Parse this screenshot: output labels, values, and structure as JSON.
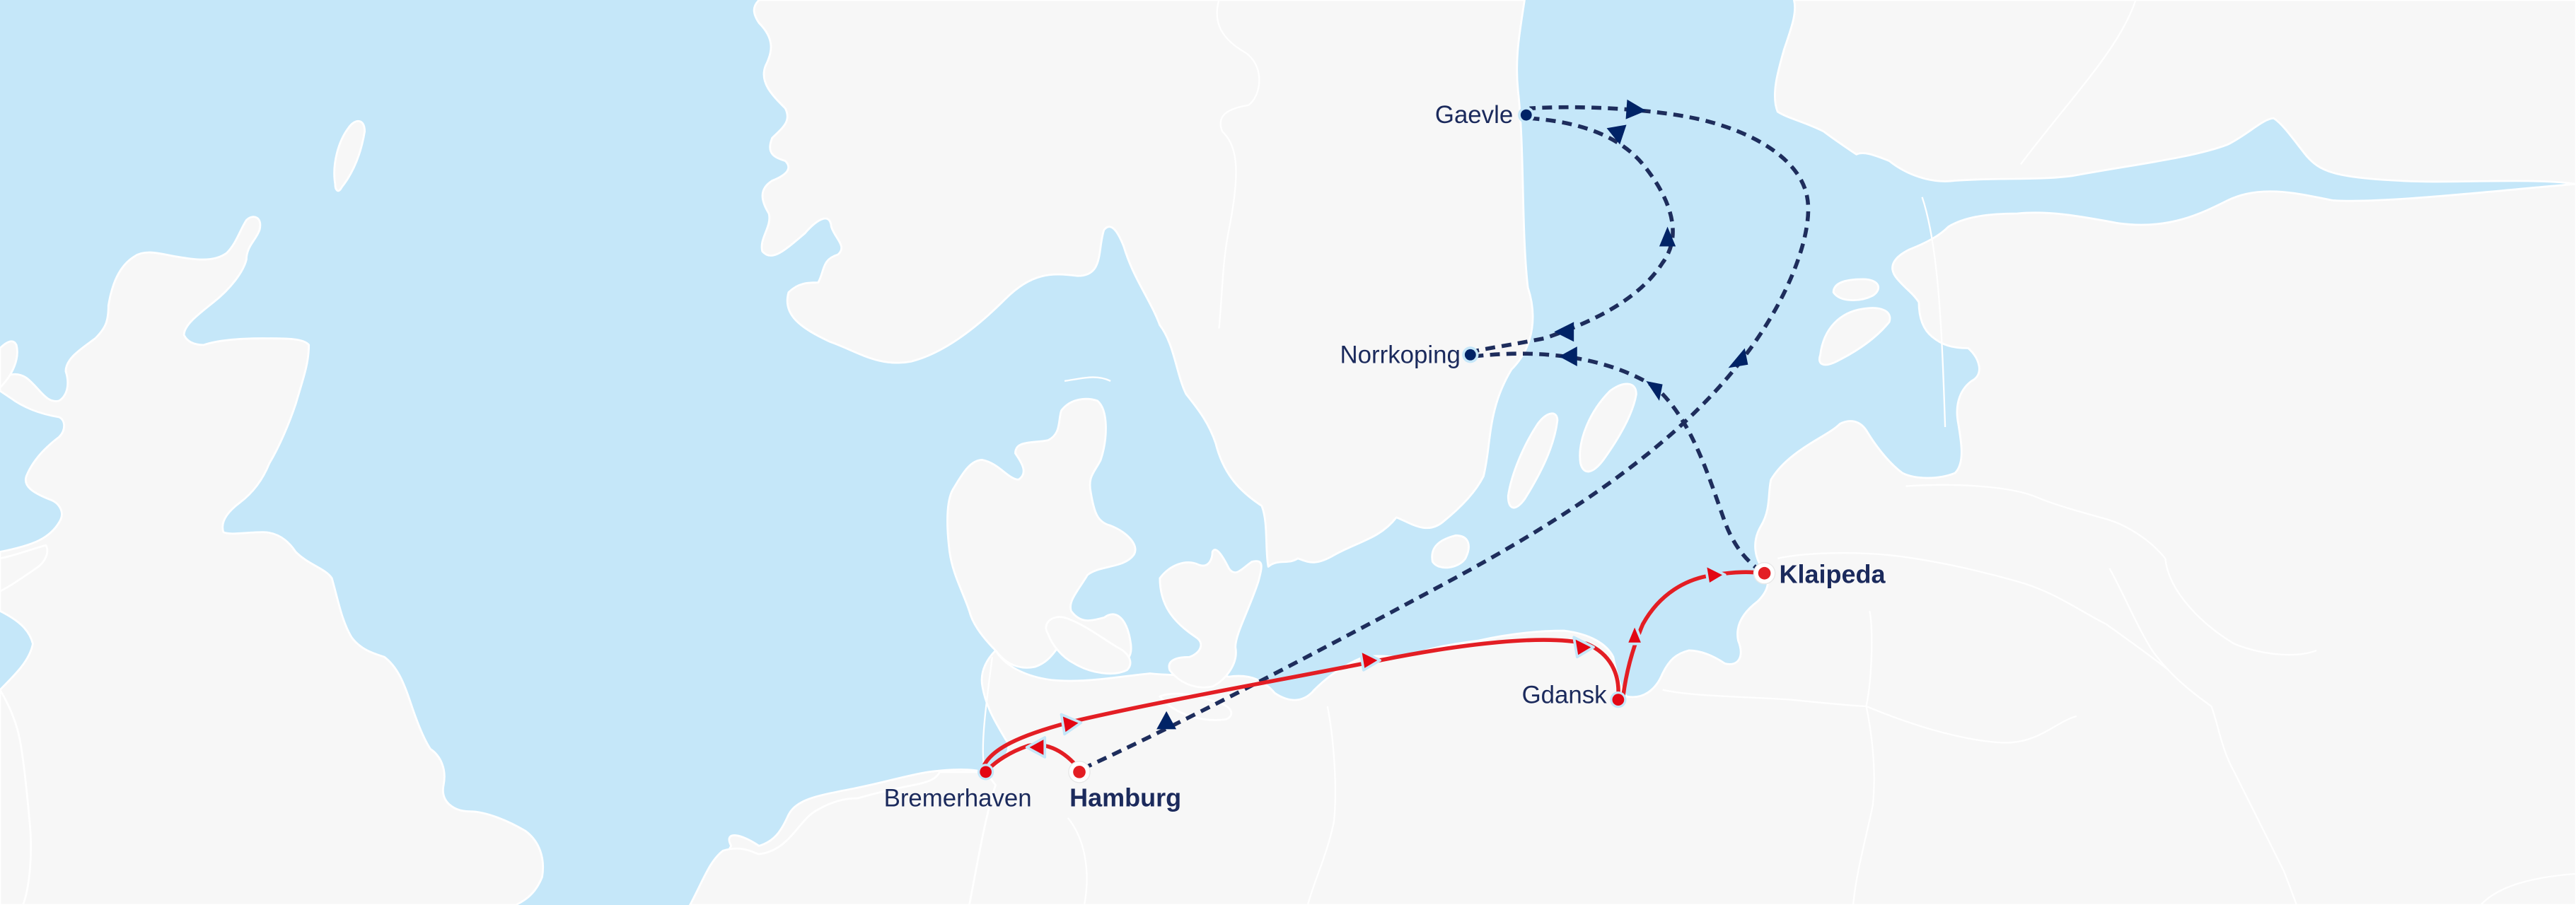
{
  "map": {
    "region": "North Sea and Baltic Sea",
    "colors": {
      "water": "#C5E7F9",
      "land": "#F7F7F7",
      "border": "#FFFFFF",
      "label": "#1B2A5C",
      "route_navy": "#1E2D5C",
      "route_red": "#E31E24"
    },
    "ports": [
      {
        "id": "gaevle",
        "name": "Gaevle",
        "type": "minor",
        "dot_color": "#002366"
      },
      {
        "id": "norrkoping",
        "name": "Norrkoping",
        "type": "minor",
        "dot_color": "#002366"
      },
      {
        "id": "klaipeda",
        "name": "Klaipeda",
        "type": "major",
        "dot_color": "#E31E24"
      },
      {
        "id": "gdansk",
        "name": "Gdansk",
        "type": "minor",
        "dot_color": "#E30613"
      },
      {
        "id": "bremerhaven",
        "name": "Bremerhaven",
        "type": "minor",
        "dot_color": "#E30613"
      },
      {
        "id": "hamburg",
        "name": "Hamburg",
        "type": "major",
        "dot_color": "#E31E24"
      }
    ],
    "routes": [
      {
        "id": "red-service",
        "style": "solid",
        "color": "#E31E24",
        "stops": [
          "Hamburg",
          "Bremerhaven",
          "Gdansk",
          "Klaipeda"
        ]
      },
      {
        "id": "navy-service",
        "style": "dashed",
        "color": "#1E2D5C",
        "stops": [
          "Hamburg",
          "Gaevle",
          "Norrkoping",
          "Klaipeda"
        ]
      }
    ]
  }
}
